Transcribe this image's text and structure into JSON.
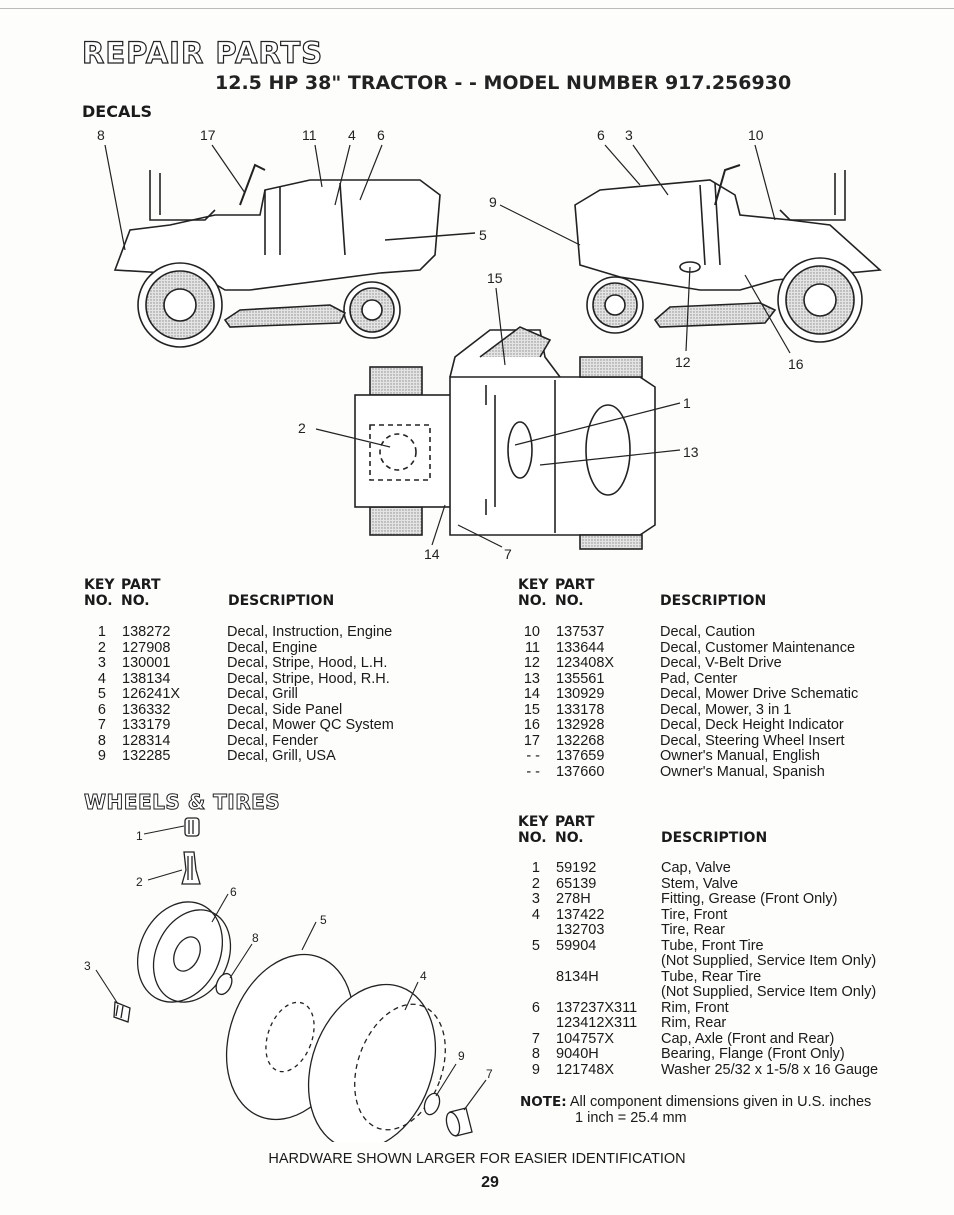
{
  "header": {
    "title": "REPAIR PARTS",
    "subtitle": "12.5 HP 38\" TRACTOR - - MODEL NUMBER 917.256930"
  },
  "decals": {
    "heading": "DECALS",
    "callouts": [
      "8",
      "17",
      "11",
      "4",
      "6",
      "6",
      "3",
      "10",
      "9",
      "5",
      "15",
      "12",
      "16",
      "2",
      "1",
      "13",
      "14",
      "7"
    ],
    "columns": {
      "key_no_1": "KEY",
      "key_no_2": "NO.",
      "part_no_1": "PART",
      "part_no_2": "NO.",
      "description": "DESCRIPTION"
    },
    "left_rows": [
      {
        "key": "1",
        "part": "138272",
        "desc": "Decal, Instruction, Engine"
      },
      {
        "key": "2",
        "part": "127908",
        "desc": "Decal, Engine"
      },
      {
        "key": "3",
        "part": "130001",
        "desc": "Decal, Stripe, Hood, L.H."
      },
      {
        "key": "4",
        "part": "138134",
        "desc": "Decal, Stripe, Hood, R.H."
      },
      {
        "key": "5",
        "part": "126241X",
        "desc": "Decal, Grill"
      },
      {
        "key": "6",
        "part": "136332",
        "desc": "Decal, Side Panel"
      },
      {
        "key": "7",
        "part": "133179",
        "desc": "Decal, Mower QC System"
      },
      {
        "key": "8",
        "part": "128314",
        "desc": "Decal, Fender"
      },
      {
        "key": "9",
        "part": "132285",
        "desc": "Decal, Grill, USA"
      }
    ],
    "right_rows": [
      {
        "key": "10",
        "part": "137537",
        "desc": "Decal, Caution"
      },
      {
        "key": "11",
        "part": "133644",
        "desc": "Decal, Customer Maintenance"
      },
      {
        "key": "12",
        "part": "123408X",
        "desc": "Decal, V-Belt Drive"
      },
      {
        "key": "13",
        "part": "135561",
        "desc": "Pad, Center"
      },
      {
        "key": "14",
        "part": "130929",
        "desc": "Decal, Mower Drive Schematic"
      },
      {
        "key": "15",
        "part": "133178",
        "desc": "Decal, Mower, 3 in 1"
      },
      {
        "key": "16",
        "part": "132928",
        "desc": "Decal, Deck Height Indicator"
      },
      {
        "key": "17",
        "part": "132268",
        "desc": "Decal, Steering Wheel Insert"
      },
      {
        "key": "- -",
        "part": "137659",
        "desc": "Owner's Manual, English"
      },
      {
        "key": "- -",
        "part": "137660",
        "desc": "Owner's Manual, Spanish"
      }
    ]
  },
  "wheels": {
    "heading": "WHEELS & TIRES",
    "callouts": [
      "1",
      "2",
      "6",
      "5",
      "8",
      "3",
      "4",
      "9",
      "7"
    ],
    "columns": {
      "key_no_1": "KEY",
      "key_no_2": "NO.",
      "part_no_1": "PART",
      "part_no_2": "NO.",
      "description": "DESCRIPTION"
    },
    "rows": [
      {
        "key": "1",
        "part": "59192",
        "desc": "Cap, Valve"
      },
      {
        "key": "2",
        "part": "65139",
        "desc": "Stem, Valve"
      },
      {
        "key": "3",
        "part": "278H",
        "desc": "Fitting, Grease (Front Only)"
      },
      {
        "key": "4",
        "part": "137422",
        "desc": "Tire, Front"
      },
      {
        "key": "",
        "part": "132703",
        "desc": "Tire, Rear"
      },
      {
        "key": "5",
        "part": "59904",
        "desc": "Tube, Front Tire"
      },
      {
        "key": "",
        "part": "",
        "desc": "(Not Supplied, Service Item Only)"
      },
      {
        "key": "",
        "part": "8134H",
        "desc": "Tube, Rear Tire"
      },
      {
        "key": "",
        "part": "",
        "desc": "(Not Supplied, Service Item Only)"
      },
      {
        "key": "6",
        "part": "137237X311",
        "desc": "Rim, Front"
      },
      {
        "key": "",
        "part": "123412X311",
        "desc": "Rim, Rear"
      },
      {
        "key": "7",
        "part": "104757X",
        "desc": "Cap, Axle (Front and Rear)"
      },
      {
        "key": "8",
        "part": "9040H",
        "desc": "Bearing, Flange (Front Only)"
      },
      {
        "key": "9",
        "part": "121748X",
        "desc": "Washer 25/32 x 1-5/8 x 16 Gauge"
      }
    ]
  },
  "note": {
    "label": "NOTE:",
    "line1": "All component dimensions given in U.S. inches",
    "line2": "1 inch = 25.4 mm"
  },
  "footer": {
    "text": "HARDWARE SHOWN LARGER FOR EASIER IDENTIFICATION",
    "page_number": "29"
  }
}
